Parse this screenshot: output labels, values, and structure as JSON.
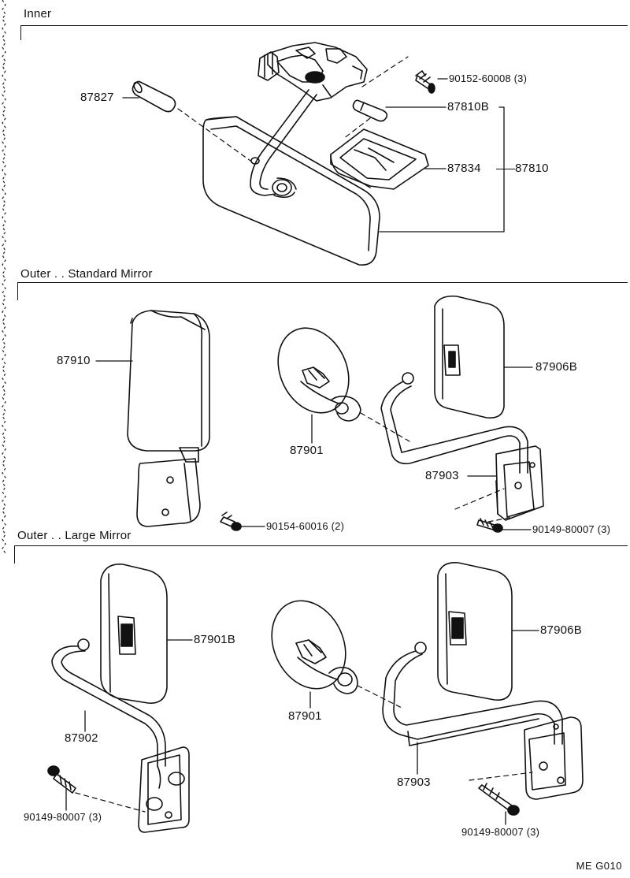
{
  "sections": {
    "inner": {
      "title": "Inner"
    },
    "outer_standard": {
      "title": "Outer . . Standard Mirror"
    },
    "outer_large": {
      "title": "Outer . . Large Mirror"
    }
  },
  "parts": {
    "p87827": "87827",
    "p90152": "90152-60008 (3)",
    "p87810B": "87810B",
    "p87834": "87834",
    "p87810": "87810",
    "p87910": "87910",
    "p87901_std": "87901",
    "p87906B_std": "87906B",
    "p87903_std": "87903",
    "p90154": "90154-60016 (2)",
    "p90149_std": "90149-80007 (3)",
    "p87901B": "87901B",
    "p87902": "87902",
    "p90149_large_left": "90149-80007 (3)",
    "p87901_large": "87901",
    "p87906B_large": "87906B",
    "p87903_large": "87903",
    "p90149_large_right": "90149-80007 (3)"
  },
  "footer": {
    "code": "ME  G010"
  }
}
